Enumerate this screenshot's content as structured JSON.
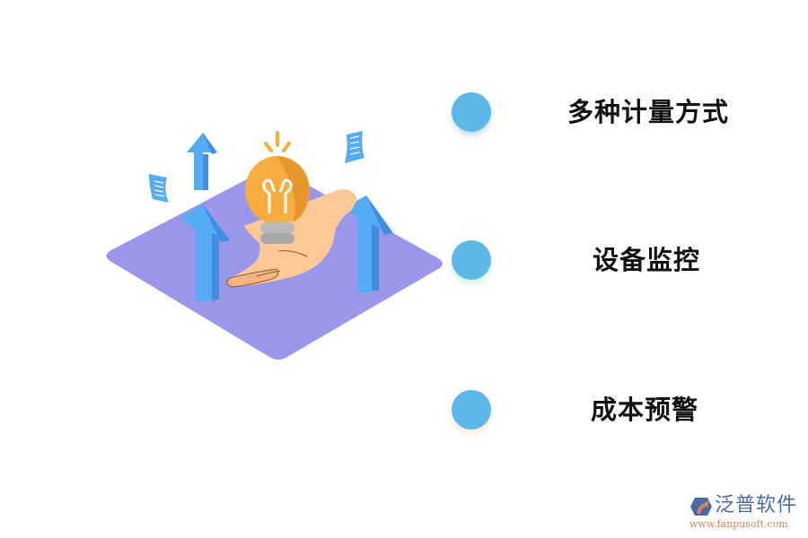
{
  "illustration": {
    "subject": "hand-holding-lightbulb-with-rising-arrows",
    "colors": {
      "platform": "#9a97ea",
      "arrow": "#55acf5",
      "arrow_side": "#3f8ee0",
      "bulb": "#f7ad3d",
      "bulb_shade": "#e6962a",
      "hand": "#fcc896",
      "bulb_base": "#b8b8b8",
      "paper": "#55acf5"
    }
  },
  "features": [
    {
      "label": "多种计量方式",
      "dot_color": "#5cb8e6"
    },
    {
      "label": "设备监控",
      "dot_color": "#5cb8e6"
    },
    {
      "label": "成本预警",
      "dot_color": "#5cb8e6"
    }
  ],
  "logo": {
    "name": "泛普软件",
    "url": "www.fanpusoft.com",
    "colors": {
      "primary": "#4a6aa0",
      "accent": "#d9825e"
    }
  }
}
